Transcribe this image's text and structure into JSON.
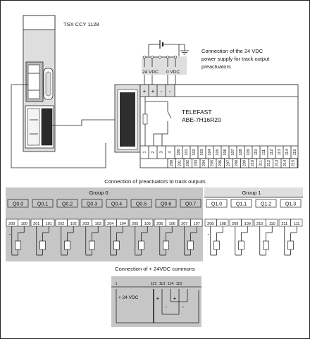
{
  "module": {
    "name": "TSX CCY 1128"
  },
  "power_supply": {
    "label_24v": "24 VDC",
    "label_0v": "0 VDC",
    "caption_lines": [
      "Connection of the 24 VDC",
      "power supply for track output",
      "preactuators"
    ]
  },
  "telefast": {
    "name_line1": "TELEFAST",
    "name_line2": "ABE-7H16R20",
    "top_signs": [
      "+",
      "+",
      "-",
      "-"
    ],
    "row1": [
      "1",
      "2",
      "3",
      "4",
      "100",
      "101",
      "102",
      "103",
      "104",
      "105",
      "106",
      "107",
      "108",
      "109",
      "110",
      "111",
      "112",
      "113",
      "114",
      "115"
    ],
    "row2": [
      "200",
      "201",
      "202",
      "203",
      "204",
      "205",
      "206",
      "207",
      "208",
      "209",
      "210",
      "211",
      "212",
      "213",
      "214",
      "215"
    ]
  },
  "preactuators": {
    "title": "Connection of preactuators to track outputs",
    "group0": {
      "label": "Group 0",
      "outputs": [
        "Q0.0",
        "Q0.1",
        "Q0.2",
        "Q0.3",
        "Q0.4",
        "Q0.5",
        "Q0.6",
        "Q0.7"
      ],
      "terminals": [
        [
          "200",
          "100"
        ],
        [
          "201",
          "101"
        ],
        [
          "202",
          "102"
        ],
        [
          "203",
          "103"
        ],
        [
          "204",
          "104"
        ],
        [
          "205",
          "105"
        ],
        [
          "206",
          "106"
        ],
        [
          "207",
          "107"
        ]
      ]
    },
    "group1": {
      "label": "Group 1",
      "outputs": [
        "Q1.0",
        "Q1.1",
        "Q1.2",
        "Q1.3"
      ],
      "terminals": [
        [
          "208",
          "108"
        ],
        [
          "209",
          "109"
        ],
        [
          "210",
          "110"
        ],
        [
          "211",
          "111"
        ]
      ]
    },
    "minus_sign": "-"
  },
  "commons": {
    "title": "Connection of + 24VDC commons",
    "terminals": [
      "1",
      "112",
      "113",
      "114",
      "115"
    ],
    "supply_label": "+ 24 VDC",
    "signs": [
      "+",
      "-",
      "+",
      "-"
    ]
  }
}
